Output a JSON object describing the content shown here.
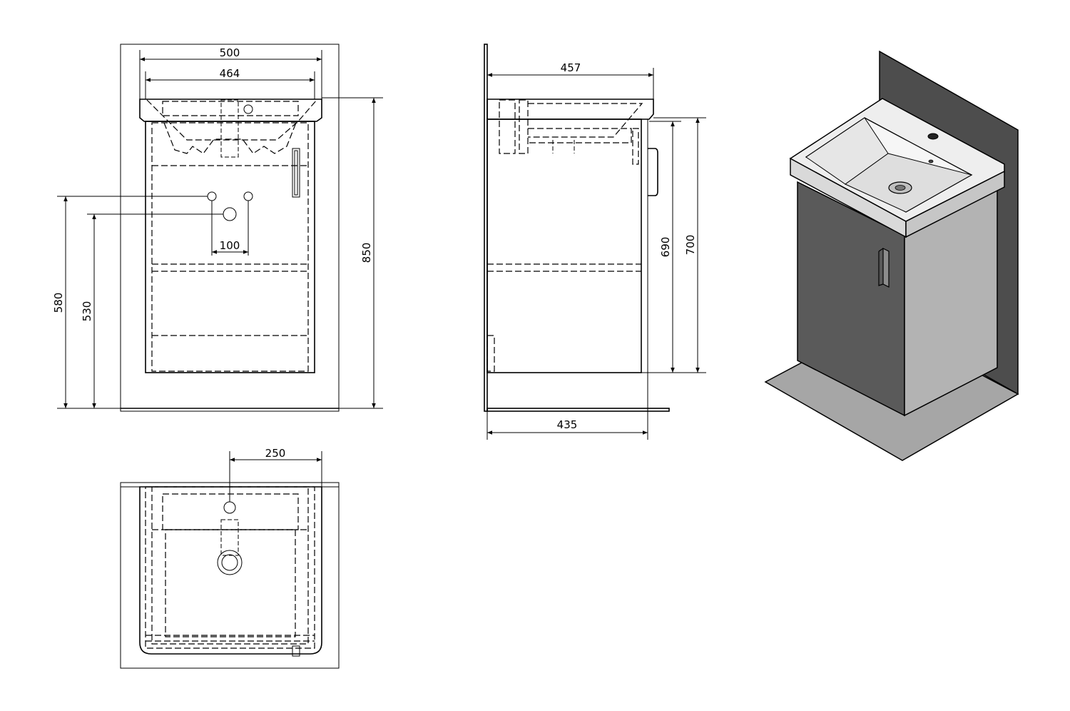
{
  "dimensions": {
    "front_outer_width": "500",
    "front_inner_width": "464",
    "tap_spacing": "100",
    "total_height": "850",
    "tap_height": "580",
    "drain_height": "530",
    "side_basin_depth": "457",
    "side_cabinet_depth": "435",
    "side_height_690": "690",
    "side_height_700": "700",
    "top_offset": "250"
  },
  "colors": {
    "line": "#000000",
    "wall": "#4d4d4d",
    "floor": "#a6a6a6",
    "cabinet_front": "#5a5a5a",
    "cabinet_side": "#b3b3b3",
    "basin": "#eeeeee"
  }
}
